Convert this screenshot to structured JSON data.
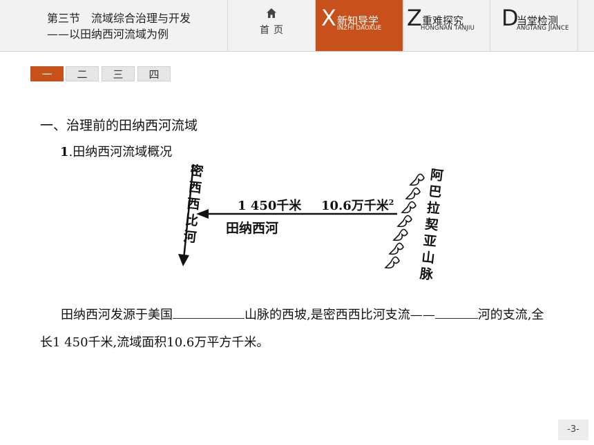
{
  "header": {
    "lesson_title_line1": "第三节　流域综合治理与开发",
    "lesson_title_line2": "——以田纳西河流域为例",
    "home_label": "首页",
    "tabs": [
      {
        "letter": "X",
        "cn": "新知导学",
        "py": "INZHI DAOXUE"
      },
      {
        "letter": "Z",
        "cn": "重难探究",
        "py": "HONGNAN TANJIU"
      },
      {
        "letter": "D",
        "cn": "当堂检测",
        "py": "ANGTANG JIANCE"
      }
    ],
    "active_tab": 0
  },
  "section_tabs": [
    "一",
    "二",
    "三",
    "四"
  ],
  "content": {
    "heading": "一、治理前的田纳西河流域",
    "subheading_num": "1",
    "subheading_text": ".田纳西河流域概况",
    "paragraph_part1": "田纳西河发源于美国",
    "paragraph_part2": "山脉的西坡,是密西西比河支流——",
    "paragraph_part3": "河的支流,全长1 450千米,流域面积10.6万平方千米。"
  },
  "diagram": {
    "left_river": "密西西比河",
    "right_mountain": "阿巴拉契亚山脉",
    "length_label": "1 450千米",
    "area_label": "10.6万千米",
    "area_sup": "2",
    "river_label": "田纳西河"
  },
  "colors": {
    "accent": "#c8501a",
    "blank_answer": "#c23b2b"
  },
  "page_number": "-3-"
}
